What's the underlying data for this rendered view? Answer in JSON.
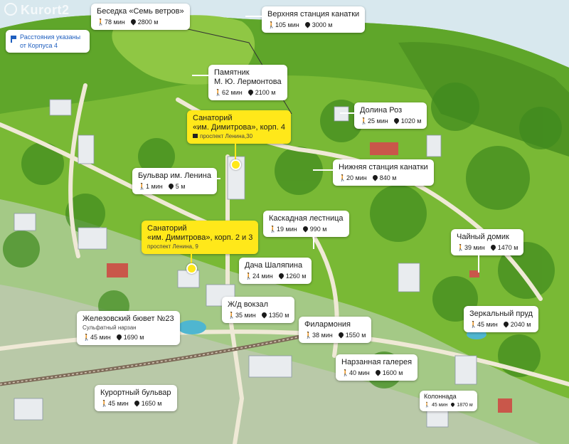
{
  "brand": {
    "logo_text": "Kurort2"
  },
  "info": {
    "text": "Расстояния указаны от Корпуса 4"
  },
  "colors": {
    "highlight": "#ffe81a",
    "card": "#ffffff",
    "info_text": "#1f5fbf"
  },
  "icons": {
    "walk": "walking-person-icon",
    "distance": "location-pin-icon",
    "address": "flag-icon"
  },
  "places": {
    "besedka": {
      "title": "Беседка «Семь ветров»",
      "time": "78 мин",
      "dist": "2800 м"
    },
    "verhnyaya": {
      "title": "Верхняя станция канатки",
      "time": "105 мин",
      "dist": "3000 м"
    },
    "lermontov": {
      "title1": "Памятник",
      "title2": "М. Ю. Лермонтова",
      "time": "62 мин",
      "dist": "2100 м"
    },
    "dolina": {
      "title": "Долина Роз",
      "time": "25 мин",
      "dist": "1020 м"
    },
    "korp4": {
      "title1": "Санаторий",
      "title2": "«им. Димитрова», корп. 4",
      "address": "проспект Ленина,30"
    },
    "bulvar_lenina": {
      "title": "Бульвар им. Ленина",
      "time": "1 мин",
      "dist": "5 м"
    },
    "nizhnyaya": {
      "title": "Нижняя станция канатки",
      "time": "20 мин",
      "dist": "840 м"
    },
    "kaskad": {
      "title": "Каскадная лестница",
      "time": "19 мин",
      "dist": "990 м"
    },
    "korp23": {
      "title1": "Санаторий",
      "title2": "«им. Димитрова», корп. 2 и 3",
      "address": "проспект Ленина, 9"
    },
    "chainy": {
      "title": "Чайный домик",
      "time": "39 мин",
      "dist": "1470 м"
    },
    "shalyapin": {
      "title": "Дача Шаляпина",
      "time": "24 мин",
      "dist": "1260 м"
    },
    "vokzal": {
      "title": "Ж/д вокзал",
      "time": "35 мин",
      "dist": "1350 м"
    },
    "zhelezn": {
      "title": "Железовский бювет №23",
      "sub": "Сульфатный нарзан",
      "time": "45 мин",
      "dist": "1690 м"
    },
    "zerkalny": {
      "title": "Зеркальный пруд",
      "time": "45 мин",
      "dist": "2040 м"
    },
    "filarm": {
      "title": "Филармония",
      "time": "38 мин",
      "dist": "1550 м"
    },
    "narzan": {
      "title": "Нарзанная галерея",
      "time": "40 мин",
      "dist": "1600 м"
    },
    "kurort": {
      "title": "Курортный бульвар",
      "time": "45 мин",
      "dist": "1650 м"
    },
    "kolonnada": {
      "title": "Колоннада",
      "time": "45 мин",
      "dist": "1870 м"
    }
  }
}
